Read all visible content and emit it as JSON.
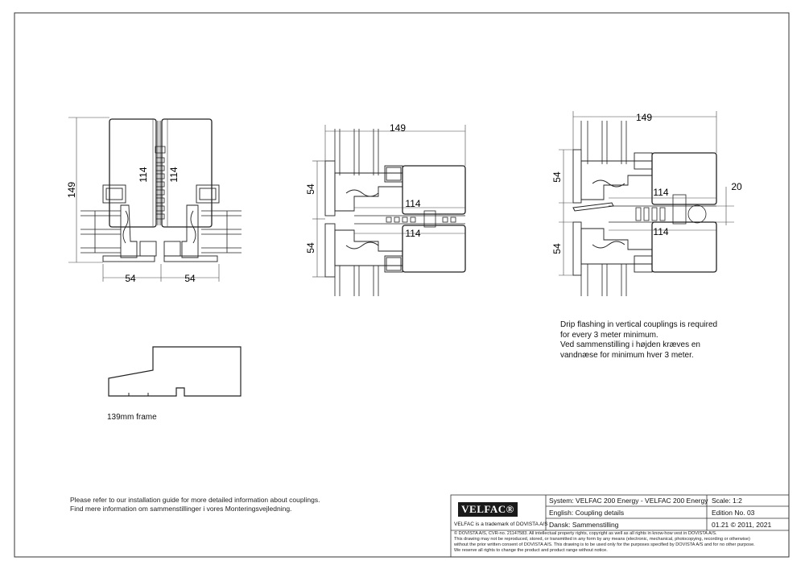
{
  "dimensions": {
    "left_height": "149",
    "left_depth_a": "114",
    "left_depth_b": "114",
    "left_width_a": "54",
    "left_width_b": "54",
    "mid_width": "149",
    "mid_height_top": "54",
    "mid_height_bottom": "54",
    "mid_depth_top": "114",
    "mid_depth_bottom": "114",
    "right_width": "149",
    "right_height_top": "54",
    "right_height_bottom": "54",
    "right_depth_top": "114",
    "right_depth_bottom": "114",
    "right_gap": "20"
  },
  "notes": {
    "drip_line1": "Drip flashing in vertical couplings is required",
    "drip_line2": "for every 3 meter minimum.",
    "drip_line3": "Ved sammenstilling i højden kræves en",
    "drip_line4": "vandnæse for minimum hver 3 meter.",
    "frame_label": "139mm frame",
    "guide_line1": "Please refer to our installation guide for more detailed information about couplings.",
    "guide_line2": "Find mere information om sammenstillinger i vores Monteringsvejledning."
  },
  "title_block": {
    "logo": "VELFAC®",
    "trademark": "VELFAC is a trademark of DOVISTA A/S",
    "system": "System:  VELFAC 200 Energy - VELFAC 200 Energy",
    "english": "English:  Coupling details",
    "dansk": "Dansk:   Sammenstilling",
    "scale": "Scale: 1:2",
    "edition": "Edition No. 03",
    "date": "01.21 © 2011, 2021",
    "copyright1": "© DOVISTA A/S, CVR-no. 21147583. All intellectual property rights, copyright as well as all rights in know-how vest in DOVISTA A/S.",
    "copyright2": "This drawing may not be reproduced, stored, or transmitted in any form by any means (electronic, mechanical, photocopying, recording or otherwise)",
    "copyright3": "without the prior written consent of DOVISTA A/S. This drawing is to be used only for the purposes specified by DOVISTA A/S and for no other purpose.",
    "copyright4": "We reserve all rights to change the product and product range without notice."
  }
}
